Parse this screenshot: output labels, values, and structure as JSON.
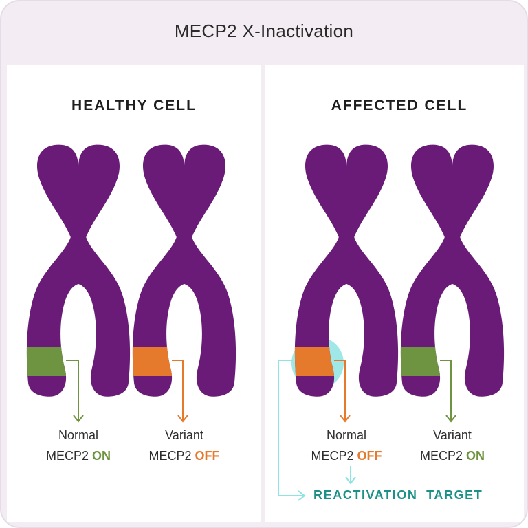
{
  "title": "MECP2 X-Inactivation",
  "colors": {
    "chromosome": "#6a1b77",
    "normal_band": "#6e9441",
    "variant_band": "#e57a2c",
    "highlight": "#8fe3e3",
    "target_text": "#1c9188"
  },
  "healthy": {
    "heading": "HEALTHY CELL",
    "chromosomes": [
      {
        "allele": "Normal",
        "gene": "MECP2",
        "state": "ON",
        "band": "normal"
      },
      {
        "allele": "Variant",
        "gene": "MECP2",
        "state": "OFF",
        "band": "variant"
      }
    ]
  },
  "affected": {
    "heading": "AFFECTED CELL",
    "chromosomes": [
      {
        "allele": "Normal",
        "gene": "MECP2",
        "state": "OFF",
        "band": "variant"
      },
      {
        "allele": "Variant",
        "gene": "MECP2",
        "state": "ON",
        "band": "normal"
      }
    ],
    "target_label": "REACTIVATION TARGET"
  }
}
